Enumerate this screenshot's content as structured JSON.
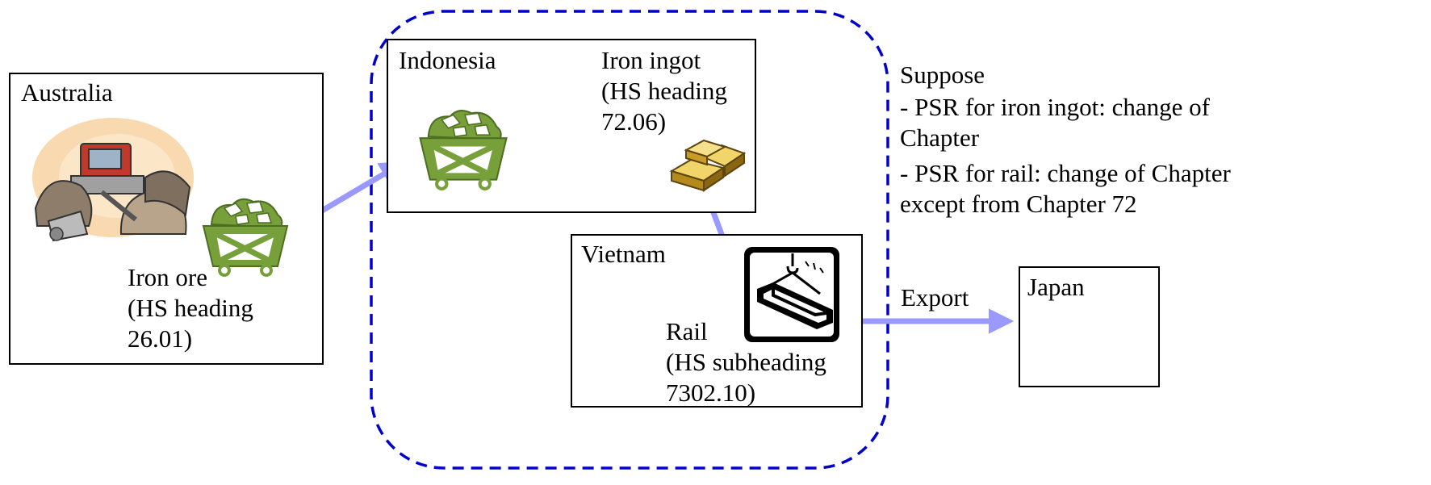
{
  "countries": {
    "australia": "Australia",
    "indonesia": "Indonesia",
    "vietnam": "Vietnam",
    "japan": "Japan"
  },
  "goods": {
    "iron_ore": "Iron ore\n(HS heading\n26.01)",
    "iron_ingot": "Iron ingot\n(HS heading\n72.06)",
    "rail": "Rail\n(HS subheading\n7302.10)"
  },
  "export_label": "Export",
  "note": {
    "suppose": "Suppose",
    "rule_ingot": "- PSR for iron ingot: change of\nChapter",
    "rule_rail": "- PSR for rail: change of Chapter\nexcept from Chapter 72"
  },
  "bottom_text": "",
  "colors": {
    "arrow": "#9999ff",
    "region_border": "#0000cc",
    "cart": "#77a03a",
    "ingot": "#c9a227"
  },
  "icons": [
    "mining-scene-icon",
    "ore-cart-icon",
    "iron-ingot-icon",
    "steel-beam-crane-icon"
  ]
}
